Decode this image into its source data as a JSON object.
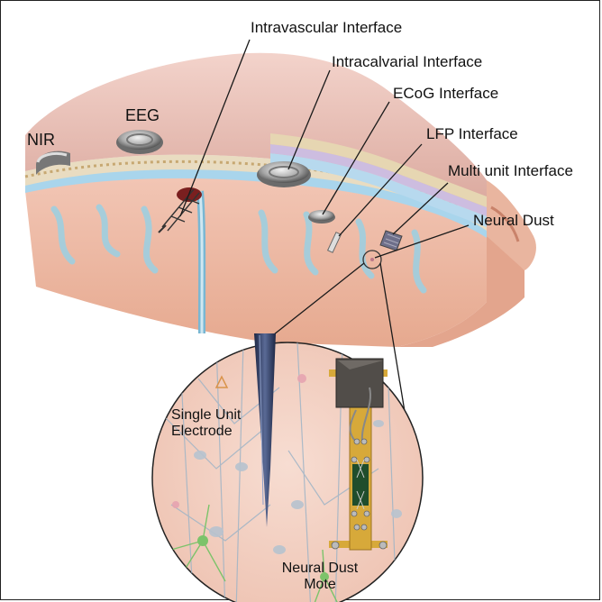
{
  "labels": {
    "intravascular": "Intravascular Interface",
    "intracalvarial": "Intracalvarial Interface",
    "ecog": "ECoG Interface",
    "lfp": "LFP Interface",
    "multi_unit": "Multi unit Interface",
    "neural_dust": "Neural Dust",
    "nir": "NIR",
    "eeg": "EEG",
    "single_unit_line1": "Single Unit",
    "single_unit_line2": "Electrode",
    "mote_line1": "Neural Dust",
    "mote_line2": "Mote"
  },
  "colors": {
    "scalp": "#e7bdb4",
    "skull": "#d9c7a8",
    "dura": "#b9d9ee",
    "cortex": "#f0c3b1",
    "sulci": "#bcdde8",
    "electrode_tip": "#2c3a5e",
    "mote_gold": "#d7a93a"
  },
  "icons": [
    "disc-electrode-icon",
    "needle-electrode-icon",
    "microchip-icon",
    "stent-electrode-icon"
  ]
}
